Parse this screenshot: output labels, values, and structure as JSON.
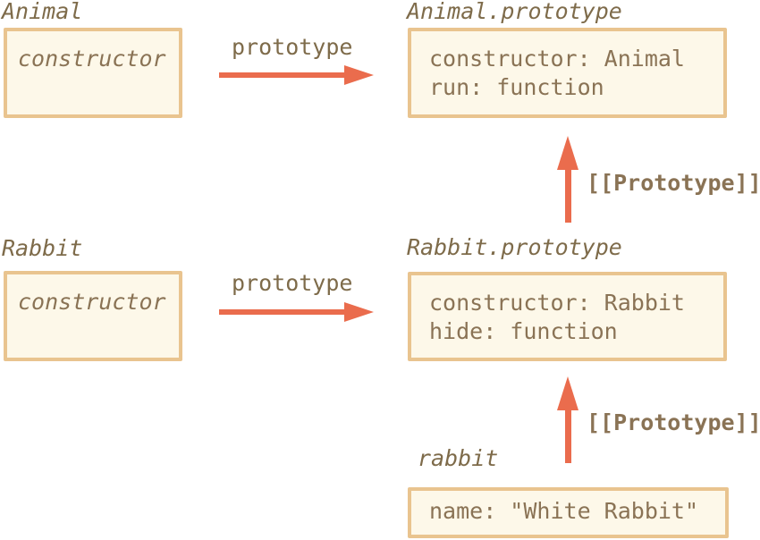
{
  "diagram": {
    "colors": {
      "background": "#ffffff",
      "box_border": "#e9c48f",
      "box_background": "#fdf8e9",
      "arrow": "#ea6c4d",
      "label_text": "#7e6b4a",
      "box_text": "#8a7355"
    },
    "nodes": {
      "animal": {
        "label": "Animal",
        "lines": [
          "constructor"
        ]
      },
      "animal_prototype": {
        "label": "Animal.prototype",
        "lines": [
          "constructor: Animal",
          "run: function"
        ]
      },
      "rabbit": {
        "label": "Rabbit",
        "lines": [
          "constructor"
        ]
      },
      "rabbit_prototype": {
        "label": "Rabbit.prototype",
        "lines": [
          "constructor: Rabbit",
          "hide: function"
        ]
      },
      "rabbit_instance": {
        "label": "rabbit",
        "lines": [
          "name: \"White Rabbit\""
        ]
      }
    },
    "connectors": {
      "animal_prototype_ref": {
        "label": "prototype"
      },
      "rabbit_prototype_ref": {
        "label": "prototype"
      },
      "rabbitproto_to_animalproto": {
        "label": "[[Prototype]]"
      },
      "rabbit_to_rabbitproto": {
        "label": "[[Prototype]]"
      }
    }
  }
}
